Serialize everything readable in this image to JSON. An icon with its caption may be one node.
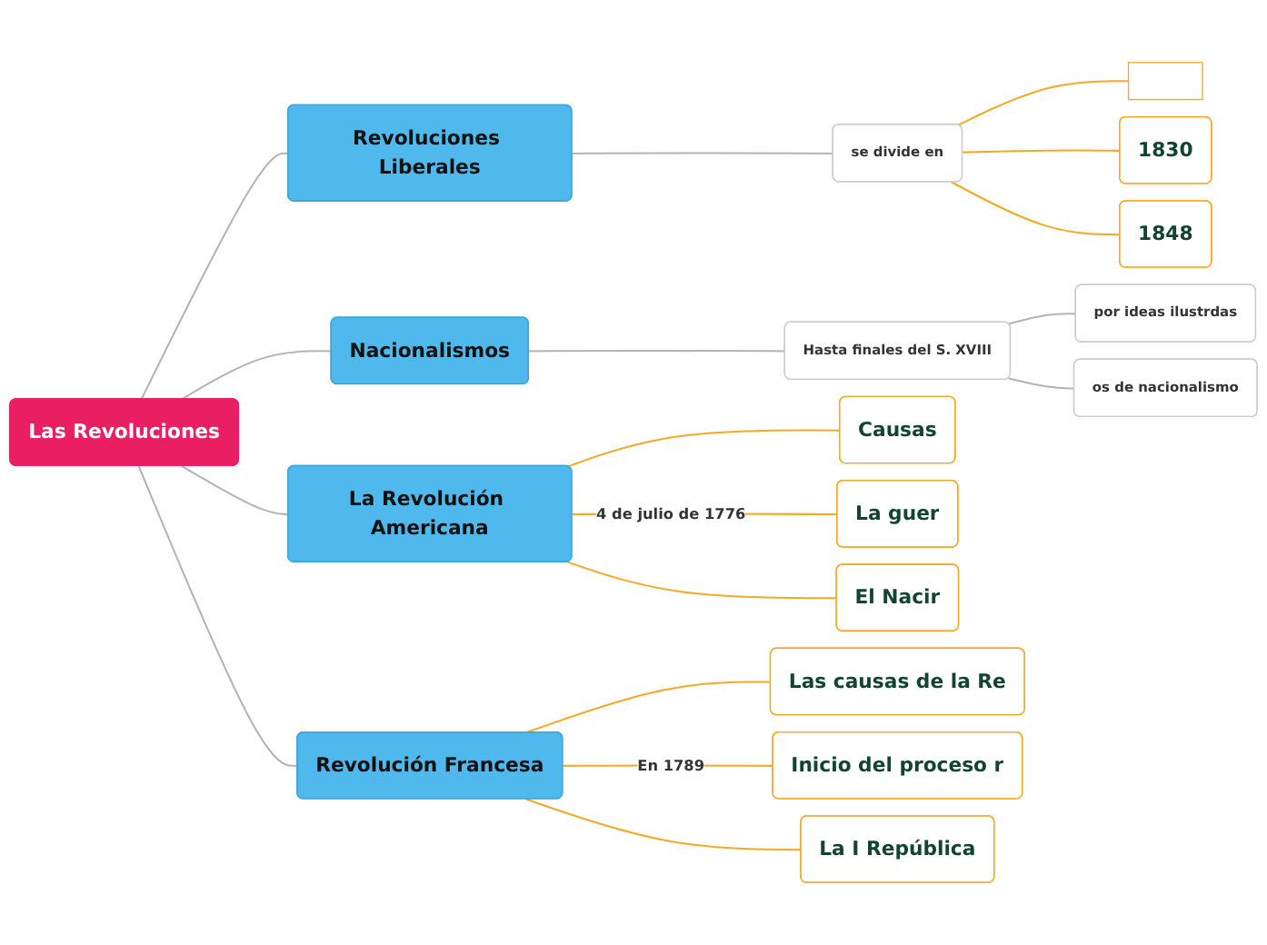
{
  "diagram": {
    "nodes": [
      {
        "text": [
          "Las Revoluciones"
        ]
      },
      {
        "text": [
          "Revoluciones Liberales"
        ]
      },
      {
        "text": [
          "se divide en"
        ]
      },
      {
        "text": [],
        "shape": "box"
      },
      {
        "text": [
          "1830"
        ]
      },
      {
        "text": [
          "1848"
        ]
      },
      {
        "text": [
          "Nacionalismos"
        ]
      },
      {
        "text": [
          "Hasta finales del S. XVIII"
        ]
      },
      {
        "text": [
          "por ideas ilustrdas"
        ]
      },
      {
        "text": [
          "os de nacionalismo"
        ]
      },
      {
        "text": [
          "La Revolución Americana"
        ]
      },
      {
        "text": [
          "Causas"
        ]
      },
      {
        "text": [
          "La guer"
        ]
      },
      {
        "text": [
          "El Nacir"
        ]
      },
      {
        "text": [
          "Revolución Francesa"
        ]
      },
      {
        "text": [
          "Las causas de la Re"
        ]
      },
      {
        "text": [
          "Inicio del proceso r"
        ]
      },
      {
        "text": [
          "La I República"
        ]
      }
    ],
    "edges": [
      {
        "from": 0,
        "to": 1,
        "arrow": "none",
        "color": "#b3b3b3"
      },
      {
        "from": 1,
        "to": 2,
        "arrow": "none",
        "color": "#b3b3b3"
      },
      {
        "from": 2,
        "to": 3,
        "arrow": "none"
      },
      {
        "from": 2,
        "to": 4,
        "arrow": "none"
      },
      {
        "from": 2,
        "to": 5,
        "arrow": "none"
      },
      {
        "from": 0,
        "to": 6,
        "arrow": "none",
        "color": "#b3b3b3"
      },
      {
        "from": 6,
        "to": 7,
        "arrow": "none",
        "color": "#b3b3b3"
      },
      {
        "from": 7,
        "to": 8,
        "arrow": "none",
        "color": "#b3b3b3"
      },
      {
        "from": 7,
        "to": 9,
        "arrow": "none",
        "color": "#b3b3b3"
      },
      {
        "from": 0,
        "to": 10,
        "arrow": "none",
        "color": "#b3b3b3"
      },
      {
        "from": 10,
        "to": 11,
        "arrow": "none"
      },
      {
        "from": 10,
        "to": 12,
        "arrow": "none",
        "label": "4 de julio de 1776"
      },
      {
        "from": 10,
        "to": 13,
        "arrow": "none"
      },
      {
        "from": 0,
        "to": 14,
        "arrow": "none",
        "color": "#b3b3b3"
      },
      {
        "from": 14,
        "to": 15,
        "arrow": "none"
      },
      {
        "from": 14,
        "to": 16,
        "arrow": "none",
        "label": "En 1789"
      },
      {
        "from": 14,
        "to": 17,
        "arrow": "none"
      }
    ]
  }
}
